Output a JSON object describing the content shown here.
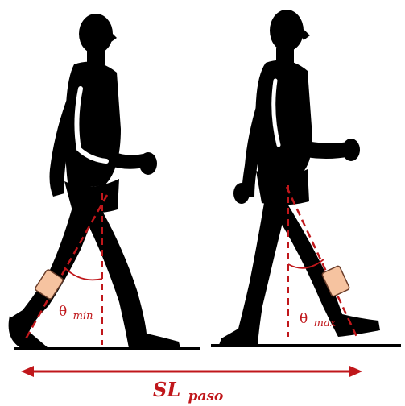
{
  "labels": {
    "theta_min_symbol": "θ",
    "theta_min_sub": "min",
    "theta_max_symbol": "θ",
    "theta_max_sub": "max",
    "step_length_main": "SL",
    "step_length_sub": "paso"
  },
  "colors": {
    "silhouette": "#000000",
    "annotation": "#c0171b",
    "sensor_fill": "#f6c3a0",
    "sensor_stroke": "#6a3d2a",
    "highlight": "#ffffff"
  }
}
